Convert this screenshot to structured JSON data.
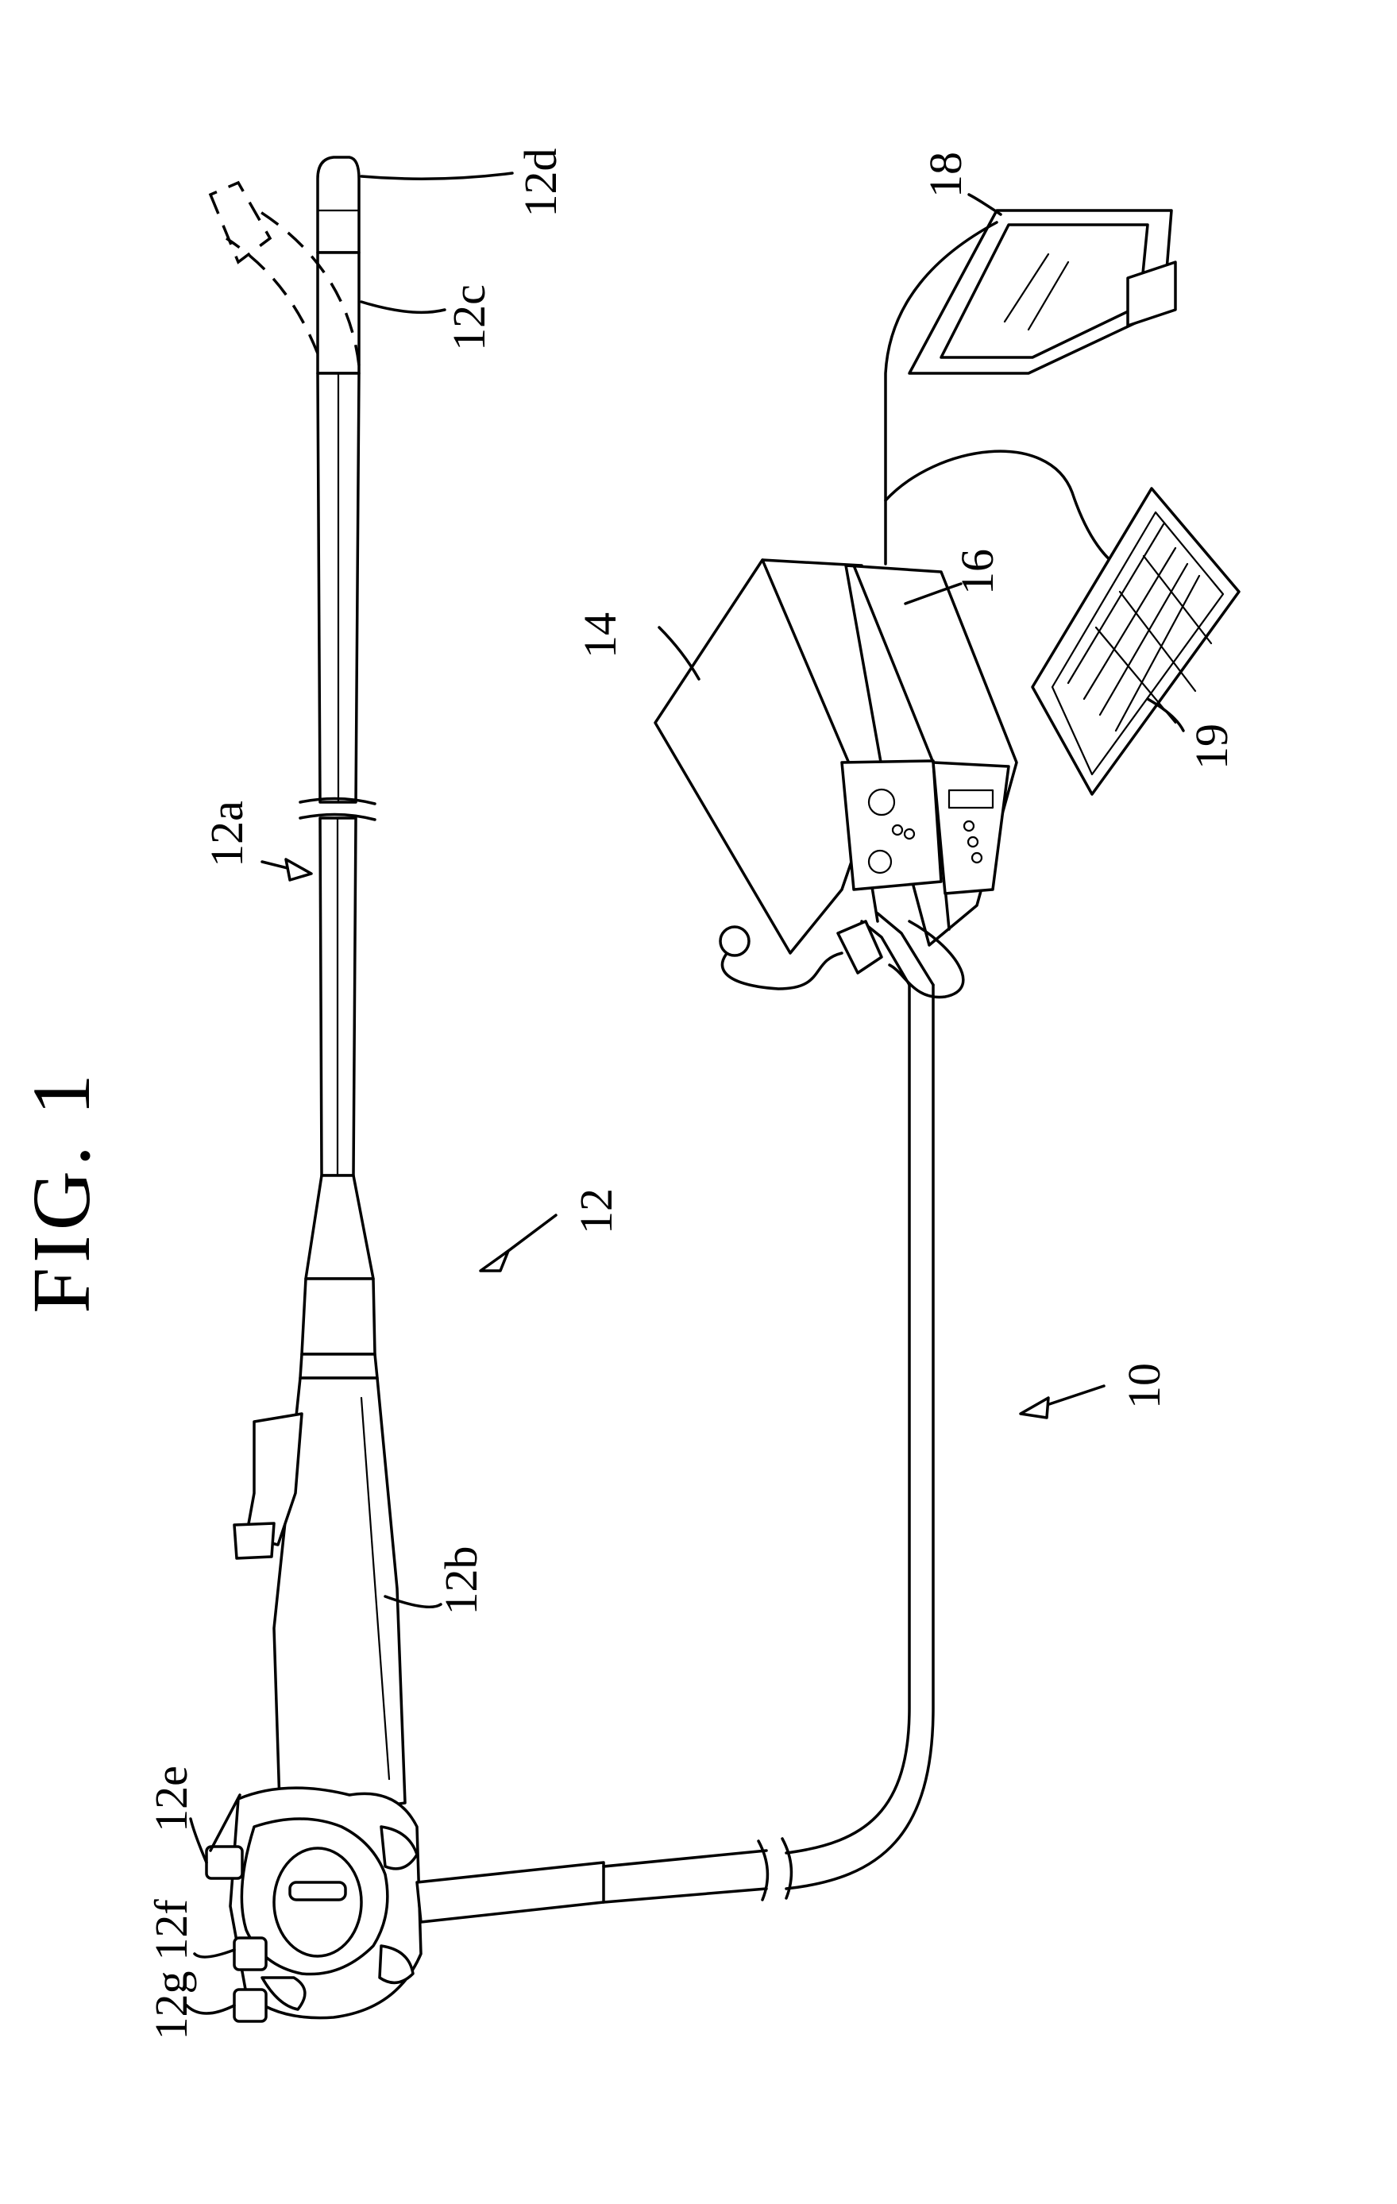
{
  "figure": {
    "title": "FIG. 1",
    "labels": {
      "system": "10",
      "endoscope": "12",
      "insertion_section": "12a",
      "operation_section": "12b",
      "bending_section": "12c",
      "distal_tip": "12d",
      "angle_knob": "12e",
      "button_f": "12f",
      "button_g": "12g",
      "light_source": "14",
      "processor": "16",
      "monitor": "18",
      "keyboard": "19"
    }
  }
}
